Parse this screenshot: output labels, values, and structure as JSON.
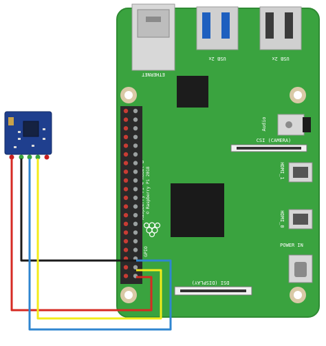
{
  "board": {
    "ethernet_label": "ETHERNET",
    "usb_left_label": "USB 2x",
    "usb_right_label": "USB 2x",
    "audio_label": "Audio",
    "csi_label": "CSI (CAMERA)",
    "hdmi1_label": "HDMI_1",
    "hdmi0_label": "HDMI_0",
    "power_label": "POWER IN",
    "dsi_label": "DSI (DISPLAY)",
    "gpio_label": "GPIO",
    "model_label": "Raspberry Pi 4 Model B",
    "copyright_label": "© Raspberry Pi 2018"
  },
  "colors": {
    "board": "#3aa33f",
    "board_dark": "#2f8a33",
    "module": "#1f3f8e",
    "wire_red": "#d62a23",
    "wire_black": "#1a1a1a",
    "wire_blue": "#2f86d0",
    "wire_yellow": "#f3ec1a"
  }
}
